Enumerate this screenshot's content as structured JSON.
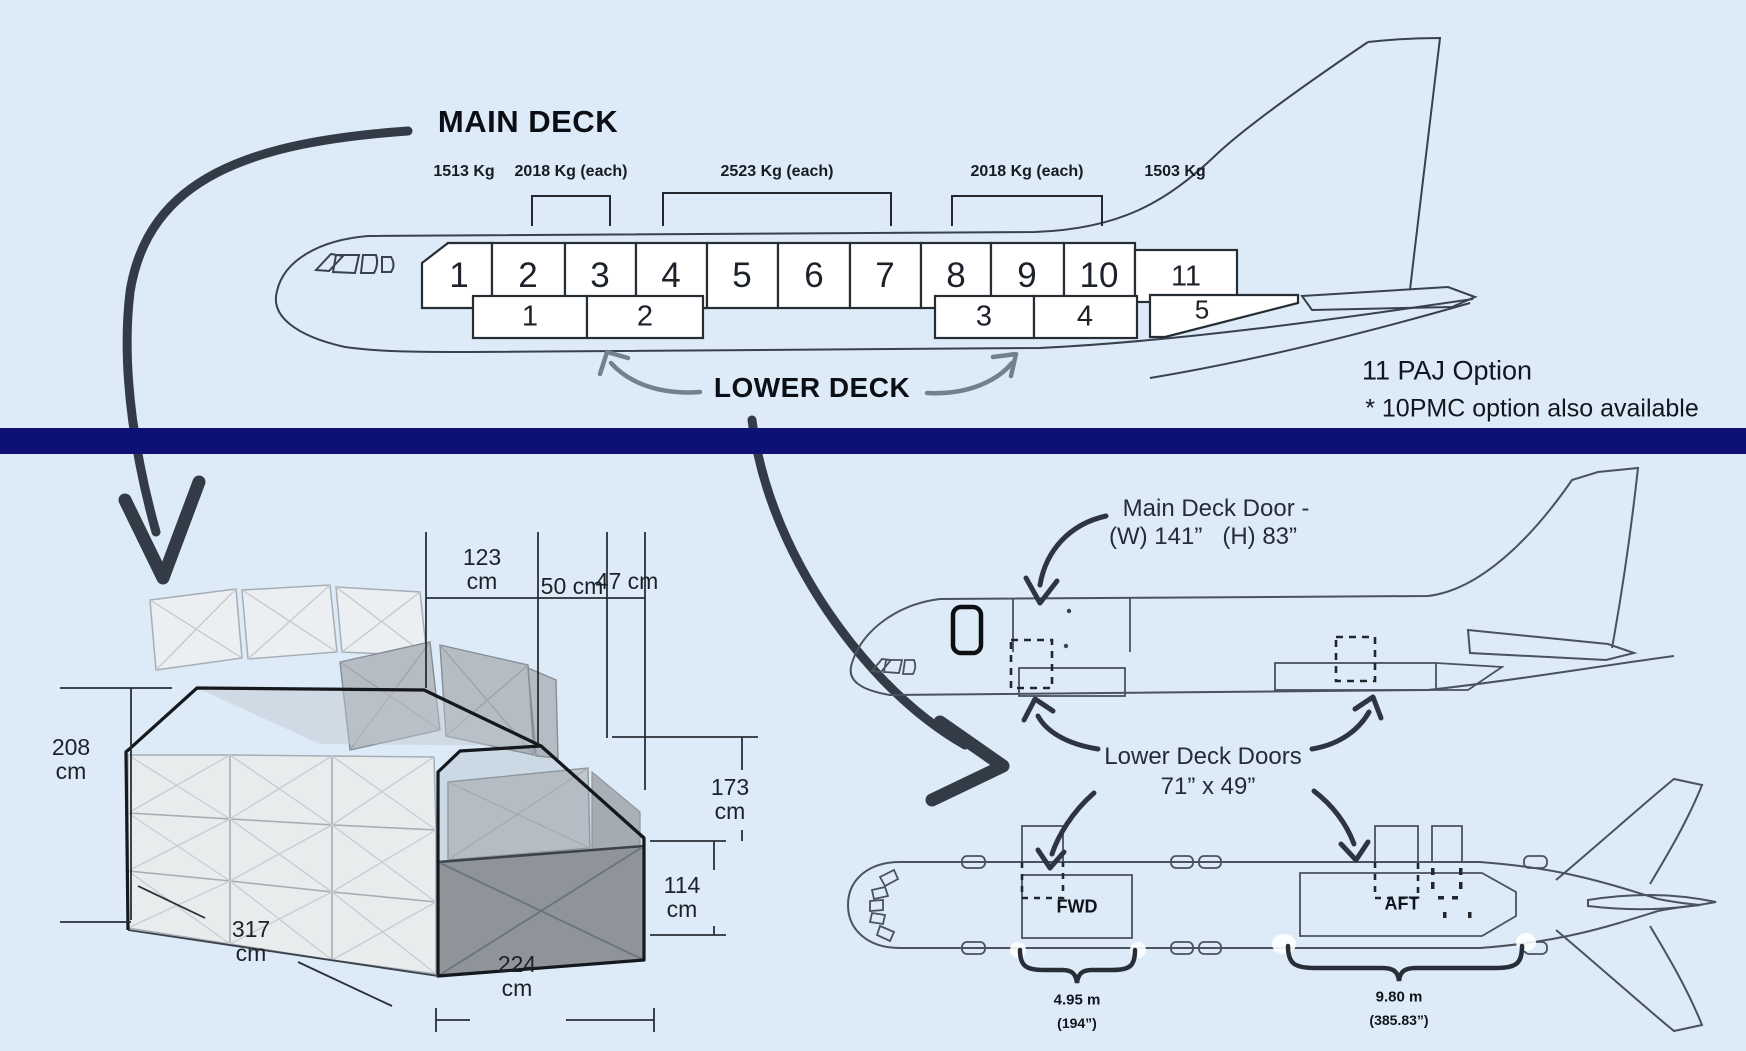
{
  "colors": {
    "background": "#dcebf7",
    "divider_navy": "#0c1173",
    "linework": "#39414c",
    "arrow_dark": "#333b46",
    "arrow_gray": "#73818d",
    "box_fill": "#ffffff"
  },
  "icons": {
    "main_deck_arrow": "thick-curved-arrow-down",
    "deck_flow_arrow": "thick-curved-arrow-right",
    "lower_deck_left": "curved-arrow-up-left",
    "lower_deck_right": "curved-arrow-up-right",
    "door_pointer": "curved-arrow"
  },
  "top": {
    "main_deck_label": "MAIN DECK",
    "lower_deck_label": "LOWER DECK",
    "weights": [
      "1513 Kg",
      "2018 Kg (each)",
      "2523 Kg (each)",
      "2018 Kg (each)",
      "1503 Kg"
    ],
    "main_positions": [
      "1",
      "2",
      "3",
      "4",
      "5",
      "6",
      "7",
      "8",
      "9",
      "10",
      "11"
    ],
    "lower_positions": [
      "1",
      "2",
      "3",
      "4",
      "5"
    ],
    "paj_option": "11 PAJ Option",
    "pmc_note": "* 10PMC option also available"
  },
  "container": {
    "dims": {
      "top_flat": "123 cm",
      "top_slant": "50 cm",
      "top_right": "47 cm",
      "height": "208 cm",
      "right_height": "173 cm",
      "lower_height": "114 cm",
      "length": "317 cm",
      "width": "224 cm"
    }
  },
  "doors": {
    "main_deck_door_title": "Main Deck Door -",
    "main_deck_door_dims": "(W) 141”   (H) 83”",
    "lower_deck_doors_title": "Lower Deck Doors",
    "lower_deck_doors_dims": "71” x 49”",
    "fwd_label": "FWD",
    "aft_label": "AFT",
    "fwd_length_m": "4.95 m",
    "fwd_length_in": "(194”)",
    "aft_length_m": "9.80 m",
    "aft_length_in": "(385.83”)"
  }
}
